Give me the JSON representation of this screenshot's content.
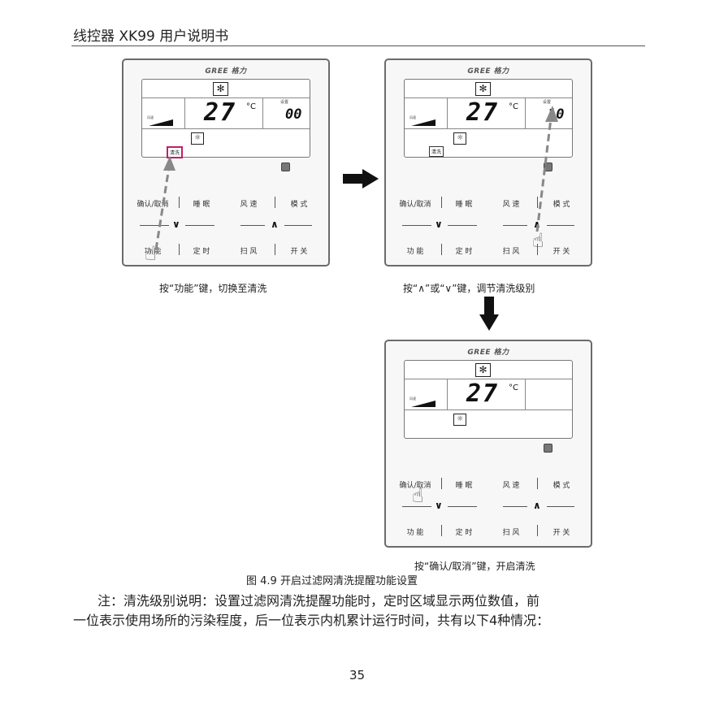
{
  "header": {
    "title": "线控器 XK99 用户说明书"
  },
  "controller": {
    "brand": "GREE 格力",
    "temp_value": "27",
    "temp_unit": "°C",
    "set_label": "设置",
    "fan_label": "风速",
    "mode_glyph": "✻",
    "light_glyph": "☼",
    "clean_label": "清洗",
    "buttons": {
      "confirm": "确认/取消",
      "sleep": "睡 眠",
      "fan": "风 速",
      "mode": "模 式",
      "function": "功 能",
      "timer": "定 时",
      "swing": "扫 风",
      "power": "开 关"
    },
    "down_glyph": "∨",
    "up_glyph": "∧"
  },
  "panels": [
    {
      "timer_value": "00",
      "caption": "按“功能”键，切换至清洗"
    },
    {
      "timer_value": "10",
      "caption": "按“∧”或“∨”键，调节清洗级别"
    },
    {
      "timer_value": "",
      "caption": "按“确认/取消”键，开启清洗"
    }
  ],
  "figure_title": "图 4.9 开启过滤网清洗提醒功能设置",
  "note": {
    "line1": "注：清洗级别说明：设置过滤网清洗提醒功能时，定时区域显示两位数值，前",
    "line2": "一位表示使用场所的污染程度，后一位表示内机累计运行时间，共有以下4种情况："
  },
  "page_number": "35",
  "colors": {
    "highlight": "#c0206b",
    "panel_border": "#6b6b6b"
  }
}
